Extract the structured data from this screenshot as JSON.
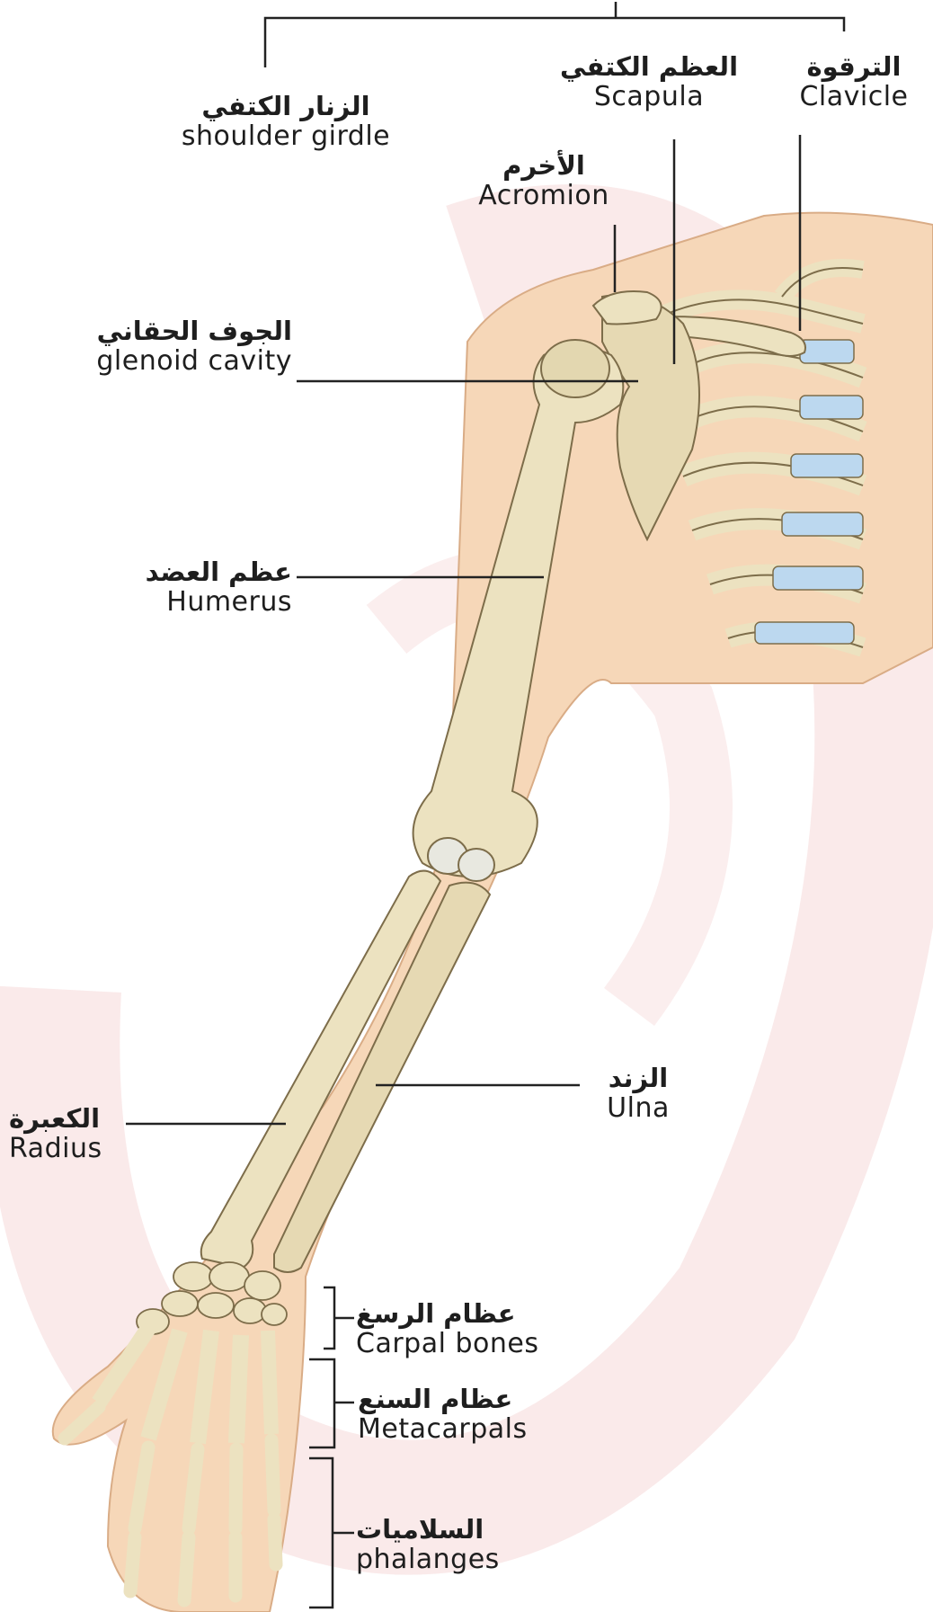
{
  "labels": {
    "shoulder_girdle": {
      "ar": "الزنار الكتفي",
      "en": "shoulder girdle"
    },
    "scapula": {
      "ar": "العظم الكتفي",
      "en": "Scapula"
    },
    "clavicle": {
      "ar": "الترقوة",
      "en": "Clavicle"
    },
    "acromion": {
      "ar": "الأخرم",
      "en": "Acromion"
    },
    "glenoid_cavity": {
      "ar": "الجوف الحقاني",
      "en": "glenoid cavity"
    },
    "humerus": {
      "ar": "عظم العضد",
      "en": "Humerus"
    },
    "ulna": {
      "ar": "الزند",
      "en": "Ulna"
    },
    "radius": {
      "ar": "الكعبرة",
      "en": "Radius"
    },
    "carpal_bones": {
      "ar": "عظام الرسغ",
      "en": "Carpal bones"
    },
    "metacarpals": {
      "ar": "عظام السنع",
      "en": "Metacarpals"
    },
    "phalanges": {
      "ar": "السلاميات",
      "en": "phalanges"
    }
  },
  "colors": {
    "watermark": "#f6dcdc",
    "skin": "#f6d7b8",
    "bone": "#ece2c0",
    "bone_outline": "#7d6d4a",
    "cartilage": "#bcd8ef",
    "leader": "#222222"
  }
}
